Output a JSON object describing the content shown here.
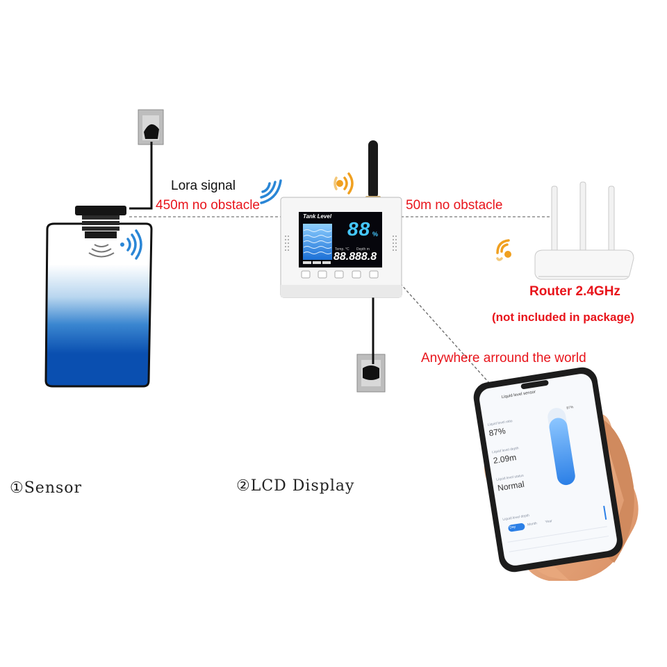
{
  "labels": {
    "lora_signal": "Lora signal",
    "lora_distance": "450m no obstacle",
    "wifi_distance": "50m no obstacle",
    "router": "Router 2.4GHz",
    "router_note": "(not included in package)",
    "anywhere": "Anywhere arround the world",
    "sensor_caption": "①Sensor",
    "display_caption": "②LCD Display"
  },
  "device": {
    "screen_title": "Tank Level",
    "percent_value": "88",
    "percent_unit": "%",
    "temp_label": "Temp. °C",
    "depth_label": "Depth m",
    "temp_value": "88.8",
    "depth_value": "88.8"
  },
  "phone": {
    "app_title": "Liquid level sensor",
    "level_label": "Liquid level ratio",
    "level_value": "87%",
    "depth_label": "Liquid level depth",
    "depth_value": "2.09m",
    "state_label": "Liquid level status",
    "state_value": "Normal",
    "bar_percent_label": "87%",
    "bar_fill_fraction": 0.87,
    "history_label": "Liquid level depth",
    "tabs": [
      "Day",
      "Month",
      "Year"
    ]
  },
  "colors": {
    "accent_red": "#e8141b",
    "wifi_blue": "#2a86d6",
    "wifi_orange": "#f0a020",
    "water_blue": "#0a4fb0",
    "lcd_cyan": "#45c8ff"
  }
}
